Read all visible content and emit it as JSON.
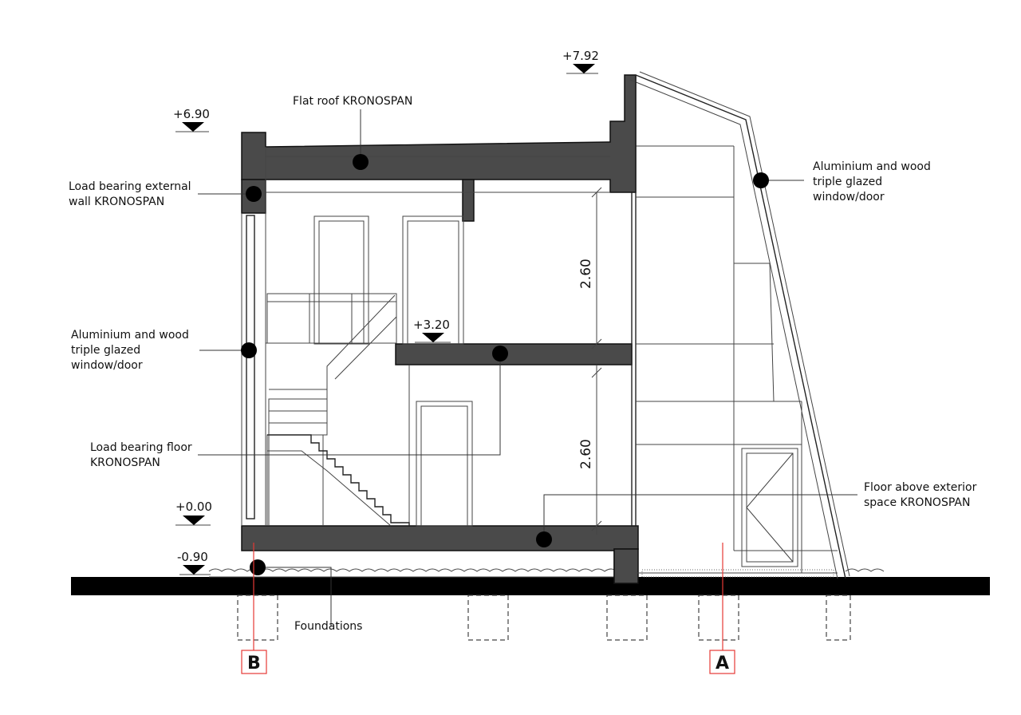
{
  "labels": {
    "flat_roof": "Flat roof KRONOSPAN",
    "ext_wall_1": "Load bearing external",
    "ext_wall_2": "wall KRONOSPAN",
    "window_left_1": "Aluminium and wood",
    "window_left_2": "triple glazed",
    "window_left_3": "window/door",
    "window_right_1": "Aluminium and wood",
    "window_right_2": "triple glazed",
    "window_right_3": "window/door",
    "floor_1": "Load bearing floor",
    "floor_2": "KRONOSPAN",
    "ext_floor_1": "Floor above exterior",
    "ext_floor_2": "space KRONOSPAN",
    "foundations": "Foundations"
  },
  "levels": {
    "top": "+7.92",
    "roof": "+6.90",
    "mid": "+3.20",
    "ground": "+0.00",
    "base": "-0.90"
  },
  "dimensions": {
    "upper": "2.60",
    "lower": "2.60"
  },
  "sections": {
    "b": "B",
    "a": "A"
  },
  "colors": {
    "slab": "#4a4a4a",
    "ground": "#000000",
    "section_marker": "#e53935"
  }
}
